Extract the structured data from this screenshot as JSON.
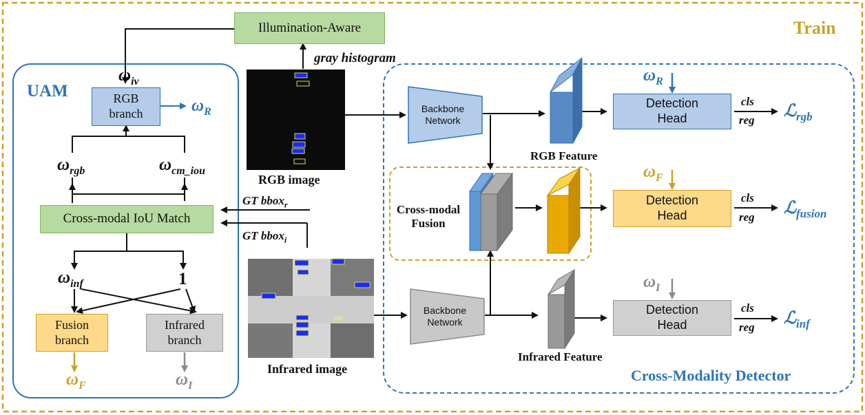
{
  "train_label": "Train",
  "uam": {
    "title": "UAM",
    "illumination": "Illumination-Aware",
    "omega_iv": "ω",
    "omega_iv_sub": "iv",
    "rgb_branch": "RGB\nbranch",
    "omega_R": "ω",
    "omega_R_sub": "R",
    "omega_rgb": "ω",
    "omega_rgb_sub": "rgb",
    "omega_cm_iou": "ω",
    "omega_cm_iou_sub": "cm_iou",
    "iou_match": "Cross-modal IoU Match",
    "omega_inf": "ω",
    "omega_inf_sub": "inf",
    "one": "1",
    "fusion_branch": "Fusion\nbranch",
    "infrared_branch": "Infrared\nbranch",
    "omega_F": "ω",
    "omega_F_sub": "F",
    "omega_I": "ω",
    "omega_I_sub": "I"
  },
  "images": {
    "gray_histogram": "gray histogram",
    "rgb_caption": "RGB image",
    "gt_bbox_r": "GT bbox",
    "gt_bbox_r_sub": "r",
    "gt_bbox_i": "GT bbox",
    "gt_bbox_i_sub": "i",
    "infrared_caption": "Infrared image"
  },
  "detector": {
    "title": "Cross-Modality Detector",
    "backbone_top": "Backbone\nNetwork",
    "backbone_bottom": "Backbone\nNetwork",
    "rgb_feature": "RGB Feature",
    "infrared_feature": "Infrared Feature",
    "cross_modal_fusion": "Cross-modal\nFusion",
    "det_head_rgb": "Detection\nHead",
    "det_head_fusion": "Detection\nHead",
    "det_head_inf": "Detection\nHead",
    "omega_R": "ω",
    "omega_R_sub": "R",
    "omega_F": "ω",
    "omega_F_sub": "F",
    "omega_I": "ω",
    "omega_I_sub": "I",
    "cls": "cls",
    "reg": "reg",
    "loss_symbol": "ℒ",
    "loss_rgb_sub": "rgb",
    "loss_fusion_sub": "fusion",
    "loss_inf_sub": "inf"
  },
  "colors": {
    "gold": "#C9A227",
    "blue": "#2E75B6",
    "rgb_fill": "#B4CCEA",
    "fusion_fill": "#FFD98A",
    "gray_fill": "#D0D0D0",
    "green_fill": "#B7DAA0"
  }
}
